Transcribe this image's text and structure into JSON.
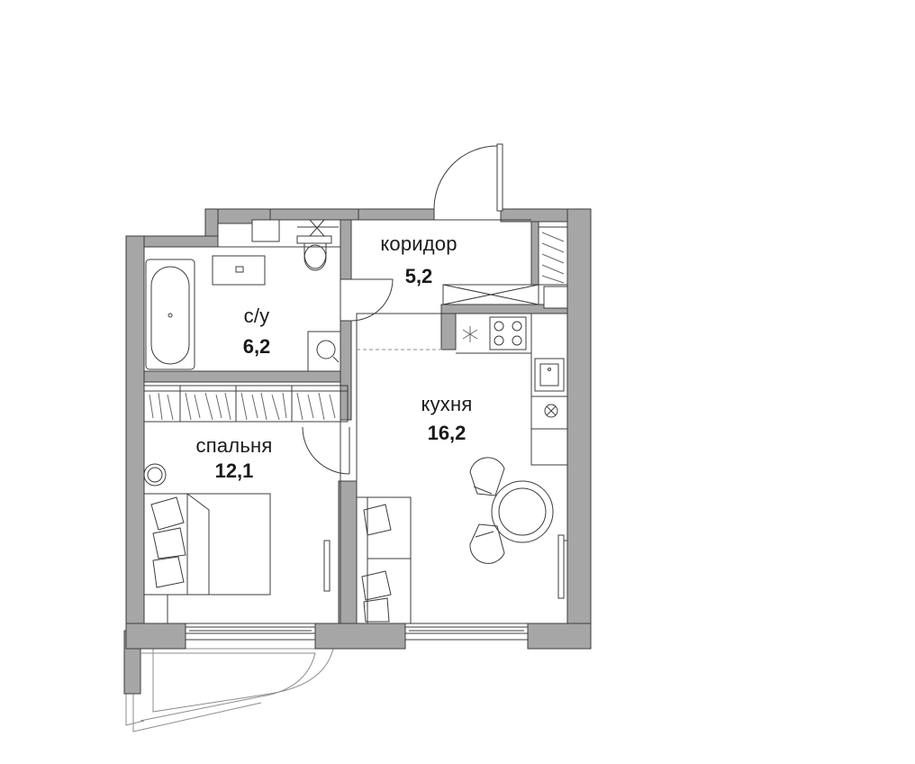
{
  "rooms": {
    "corridor": {
      "name": "коридор",
      "area": "5,2"
    },
    "bathroom": {
      "name": "с/у",
      "area": "6,2"
    },
    "kitchen": {
      "name": "кухня",
      "area": "16,2"
    },
    "bedroom": {
      "name": "спальня",
      "area": "12,1"
    }
  },
  "colors": {
    "wall": "#a6a6a6",
    "line": "#3c3c3c",
    "thin": "#8c8c8c"
  }
}
